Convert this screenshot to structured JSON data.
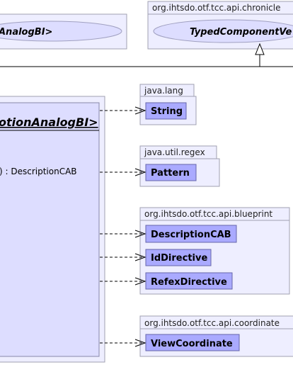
{
  "diagram": {
    "top_left_class": {
      "name": "AnalogBI>"
    },
    "chronicle_package": {
      "name": "org.ihtsdo.otf.tcc.api.chronicle",
      "class_name": "TypedComponentVe"
    },
    "main_class": {
      "name": "otionAnalogBI>",
      "method": ") : DescriptionCAB"
    },
    "packages": [
      {
        "name": "java.lang",
        "classes": [
          "String"
        ]
      },
      {
        "name": "java.util.regex",
        "classes": [
          "Pattern"
        ]
      },
      {
        "name": "org.ihtsdo.otf.tcc.api.blueprint",
        "classes": [
          "DescriptionCAB",
          "IdDirective",
          "RefexDirective"
        ]
      },
      {
        "name": "org.ihtsdo.otf.tcc.api.coordinate",
        "classes": [
          "ViewCoordinate"
        ]
      }
    ]
  }
}
